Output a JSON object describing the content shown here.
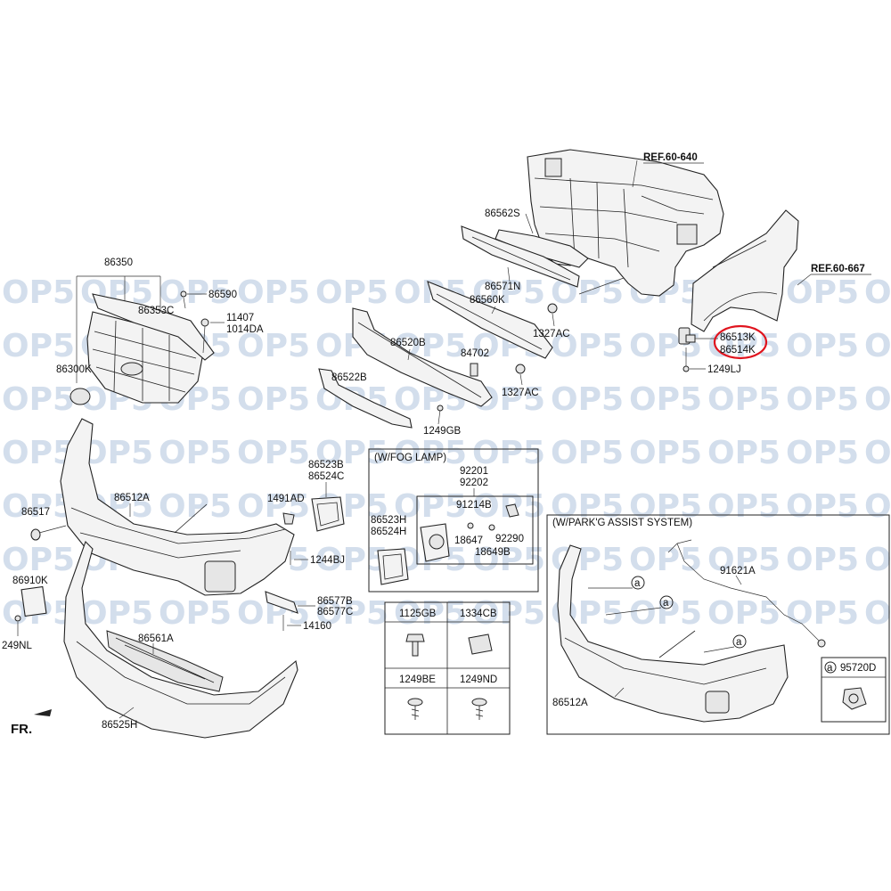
{
  "watermark": "OP5",
  "refs": {
    "ref_radiator": "REF.60-640",
    "ref_fender": "REF.60-667"
  },
  "direction": "FR.",
  "labels": {
    "p86350": "86350",
    "p86353C": "86353C",
    "p86590": "86590",
    "p11407": "11407",
    "p1014DA": "1014DA",
    "p86300K": "86300K",
    "p86562S": "86562S",
    "p86571N": "86571N",
    "p86560K": "86560K",
    "p1327AC_a": "1327AC",
    "p1327AC_b": "1327AC",
    "p86520B": "86520B",
    "p84702": "84702",
    "p86522B": "86522B",
    "p1249GB": "1249GB",
    "p86513K": "86513K",
    "p86514K": "86514K",
    "p1249LJ": "1249LJ",
    "p86517": "86517",
    "p86512A": "86512A",
    "p1491AD": "1491AD",
    "p1244BJ": "1244BJ",
    "p86910K": "86910K",
    "p1249NL": "249NL",
    "p86577B": "86577B",
    "p86577C": "86577C",
    "p14160": "14160",
    "p86561A": "86561A",
    "p86525H": "86525H",
    "p86523B": "86523B",
    "p86524C": "86524C"
  },
  "fog_lamp": {
    "title": "(W/FOG LAMP)",
    "p92201": "92201",
    "p92202": "92202",
    "p91214B": "91214B",
    "p18647": "18647",
    "p92290": "92290",
    "p18649B": "18649B",
    "p86523H": "86523H",
    "p86524H": "86524H"
  },
  "park_assist": {
    "title": "(W/PARK'G ASSIST SYSTEM)",
    "p91621A": "91621A",
    "p86512A": "86512A",
    "marker": "a",
    "legend_code": "95720D"
  },
  "fastener_table": {
    "headers": [
      "1125GB",
      "1334CB",
      "1249BE",
      "1249ND"
    ]
  }
}
